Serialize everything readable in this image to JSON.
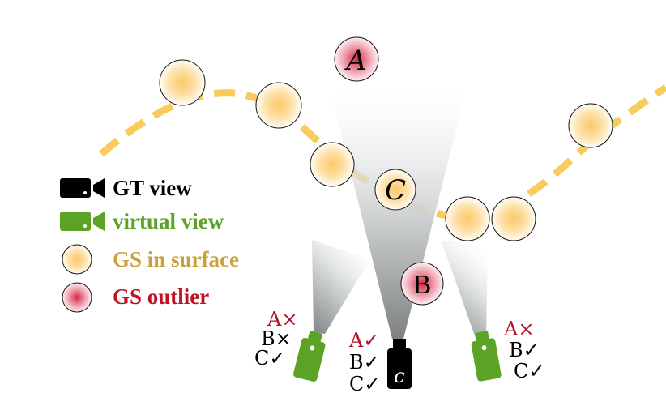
{
  "legend": {
    "gt_view": "GT view",
    "virtual_view": "virtual  view",
    "gs_surface": "GS in surface",
    "gs_outlier": "GS outlier"
  },
  "nodes": {
    "a": "A",
    "b": "B",
    "c": "C"
  },
  "cameras": {
    "left": {
      "line_a": "A×",
      "line_b": "B×",
      "line_c": "C✓"
    },
    "center": {
      "line_a": "A✓",
      "line_b": "B✓",
      "line_c": "C✓",
      "badge": "c"
    },
    "right": {
      "line_a": "A×",
      "line_b": "B✓",
      "line_c": "C✓"
    }
  },
  "colors": {
    "surface_curve": "#f9ca5c",
    "gt_camera": "#000000",
    "virtual_camera": "#5ba324",
    "gs_surface_text": "#c8a03c",
    "gs_outlier_text": "#c0111f",
    "virtual_text": "#5ba324",
    "cross_red": "#b5112a"
  }
}
